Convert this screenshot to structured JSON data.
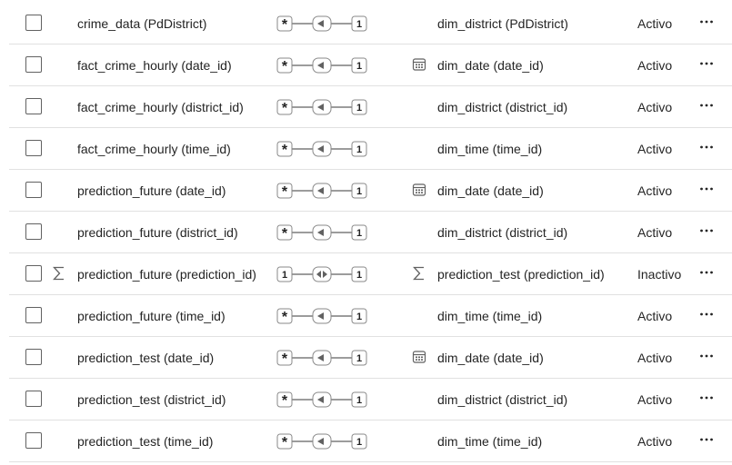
{
  "relationships": [
    {
      "from": "crime_data (PdDistrict)",
      "from_icon": "none",
      "from_card": "many",
      "direction": "single",
      "to_card": "one",
      "to_icon": "none",
      "to": "dim_district (PdDistrict)",
      "status": "Activo",
      "menu": "···"
    },
    {
      "from": "fact_crime_hourly (date_id)",
      "from_icon": "none",
      "from_card": "many",
      "direction": "single",
      "to_card": "one",
      "to_icon": "calendar-icon",
      "to": "dim_date (date_id)",
      "status": "Activo",
      "menu": "···"
    },
    {
      "from": "fact_crime_hourly (district_id)",
      "from_icon": "none",
      "from_card": "many",
      "direction": "single",
      "to_card": "one",
      "to_icon": "none",
      "to": "dim_district (district_id)",
      "status": "Activo",
      "menu": "···"
    },
    {
      "from": "fact_crime_hourly (time_id)",
      "from_icon": "none",
      "from_card": "many",
      "direction": "single",
      "to_card": "one",
      "to_icon": "none",
      "to": "dim_time (time_id)",
      "status": "Activo",
      "menu": "···"
    },
    {
      "from": "prediction_future (date_id)",
      "from_icon": "none",
      "from_card": "many",
      "direction": "single",
      "to_card": "one",
      "to_icon": "calendar-icon",
      "to": "dim_date (date_id)",
      "status": "Activo",
      "menu": "···"
    },
    {
      "from": "prediction_future (district_id)",
      "from_icon": "none",
      "from_card": "many",
      "direction": "single",
      "to_card": "one",
      "to_icon": "none",
      "to": "dim_district (district_id)",
      "status": "Activo",
      "menu": "···"
    },
    {
      "from": "prediction_future (prediction_id)",
      "from_icon": "sigma-icon",
      "from_card": "one",
      "direction": "both",
      "to_card": "one",
      "to_icon": "sigma-icon",
      "to": "prediction_test (prediction_id)",
      "status": "Inactivo",
      "menu": "···"
    },
    {
      "from": "prediction_future (time_id)",
      "from_icon": "none",
      "from_card": "many",
      "direction": "single",
      "to_card": "one",
      "to_icon": "none",
      "to": "dim_time (time_id)",
      "status": "Activo",
      "menu": "···"
    },
    {
      "from": "prediction_test (date_id)",
      "from_icon": "none",
      "from_card": "many",
      "direction": "single",
      "to_card": "one",
      "to_icon": "calendar-icon",
      "to": "dim_date (date_id)",
      "status": "Activo",
      "menu": "···"
    },
    {
      "from": "prediction_test (district_id)",
      "from_icon": "none",
      "from_card": "many",
      "direction": "single",
      "to_card": "one",
      "to_icon": "none",
      "to": "dim_district (district_id)",
      "status": "Activo",
      "menu": "···"
    },
    {
      "from": "prediction_test (time_id)",
      "from_icon": "none",
      "from_card": "many",
      "direction": "single",
      "to_card": "one",
      "to_icon": "none",
      "to": "dim_time (time_id)",
      "status": "Activo",
      "menu": "···"
    }
  ],
  "cardinality_text": {
    "one": "1",
    "many": "*"
  },
  "colors": {
    "border": "#e1e1e1",
    "text": "#242424",
    "icon": "#616161"
  }
}
